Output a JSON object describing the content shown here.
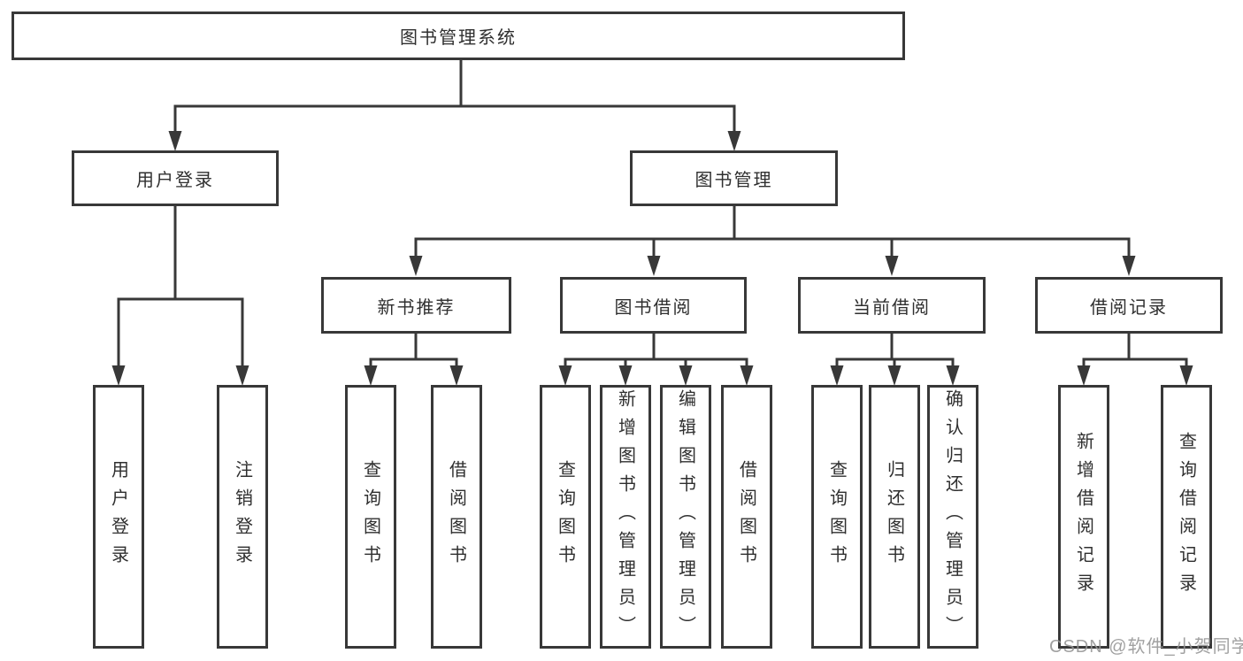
{
  "diagram": {
    "root": {
      "label": "图书管理系统"
    },
    "branches": [
      {
        "label": "用户登录",
        "children": [
          {
            "label": "用户登录"
          },
          {
            "label": "注销登录"
          }
        ]
      },
      {
        "label": "图书管理",
        "children": [
          {
            "label": "新书推荐",
            "children": [
              {
                "label": "查询图书"
              },
              {
                "label": "借阅图书"
              }
            ]
          },
          {
            "label": "图书借阅",
            "children": [
              {
                "label": "查询图书"
              },
              {
                "label": "新增图书（管理员）"
              },
              {
                "label": "编辑图书（管理员）"
              },
              {
                "label": "借阅图书"
              }
            ]
          },
          {
            "label": "当前借阅",
            "children": [
              {
                "label": "查询图书"
              },
              {
                "label": "归还图书"
              },
              {
                "label": "确认归还（管理员）"
              }
            ]
          },
          {
            "label": "借阅记录",
            "children": [
              {
                "label": "新增借阅记录"
              },
              {
                "label": "查询借阅记录"
              }
            ]
          }
        ]
      }
    ]
  },
  "watermark": "CSDN @软件_小贺同学",
  "colors": {
    "line": "#383838",
    "box_border": "#383838",
    "text": "#2f2f2f",
    "watermark": "#949494",
    "background": "#ffffff"
  }
}
